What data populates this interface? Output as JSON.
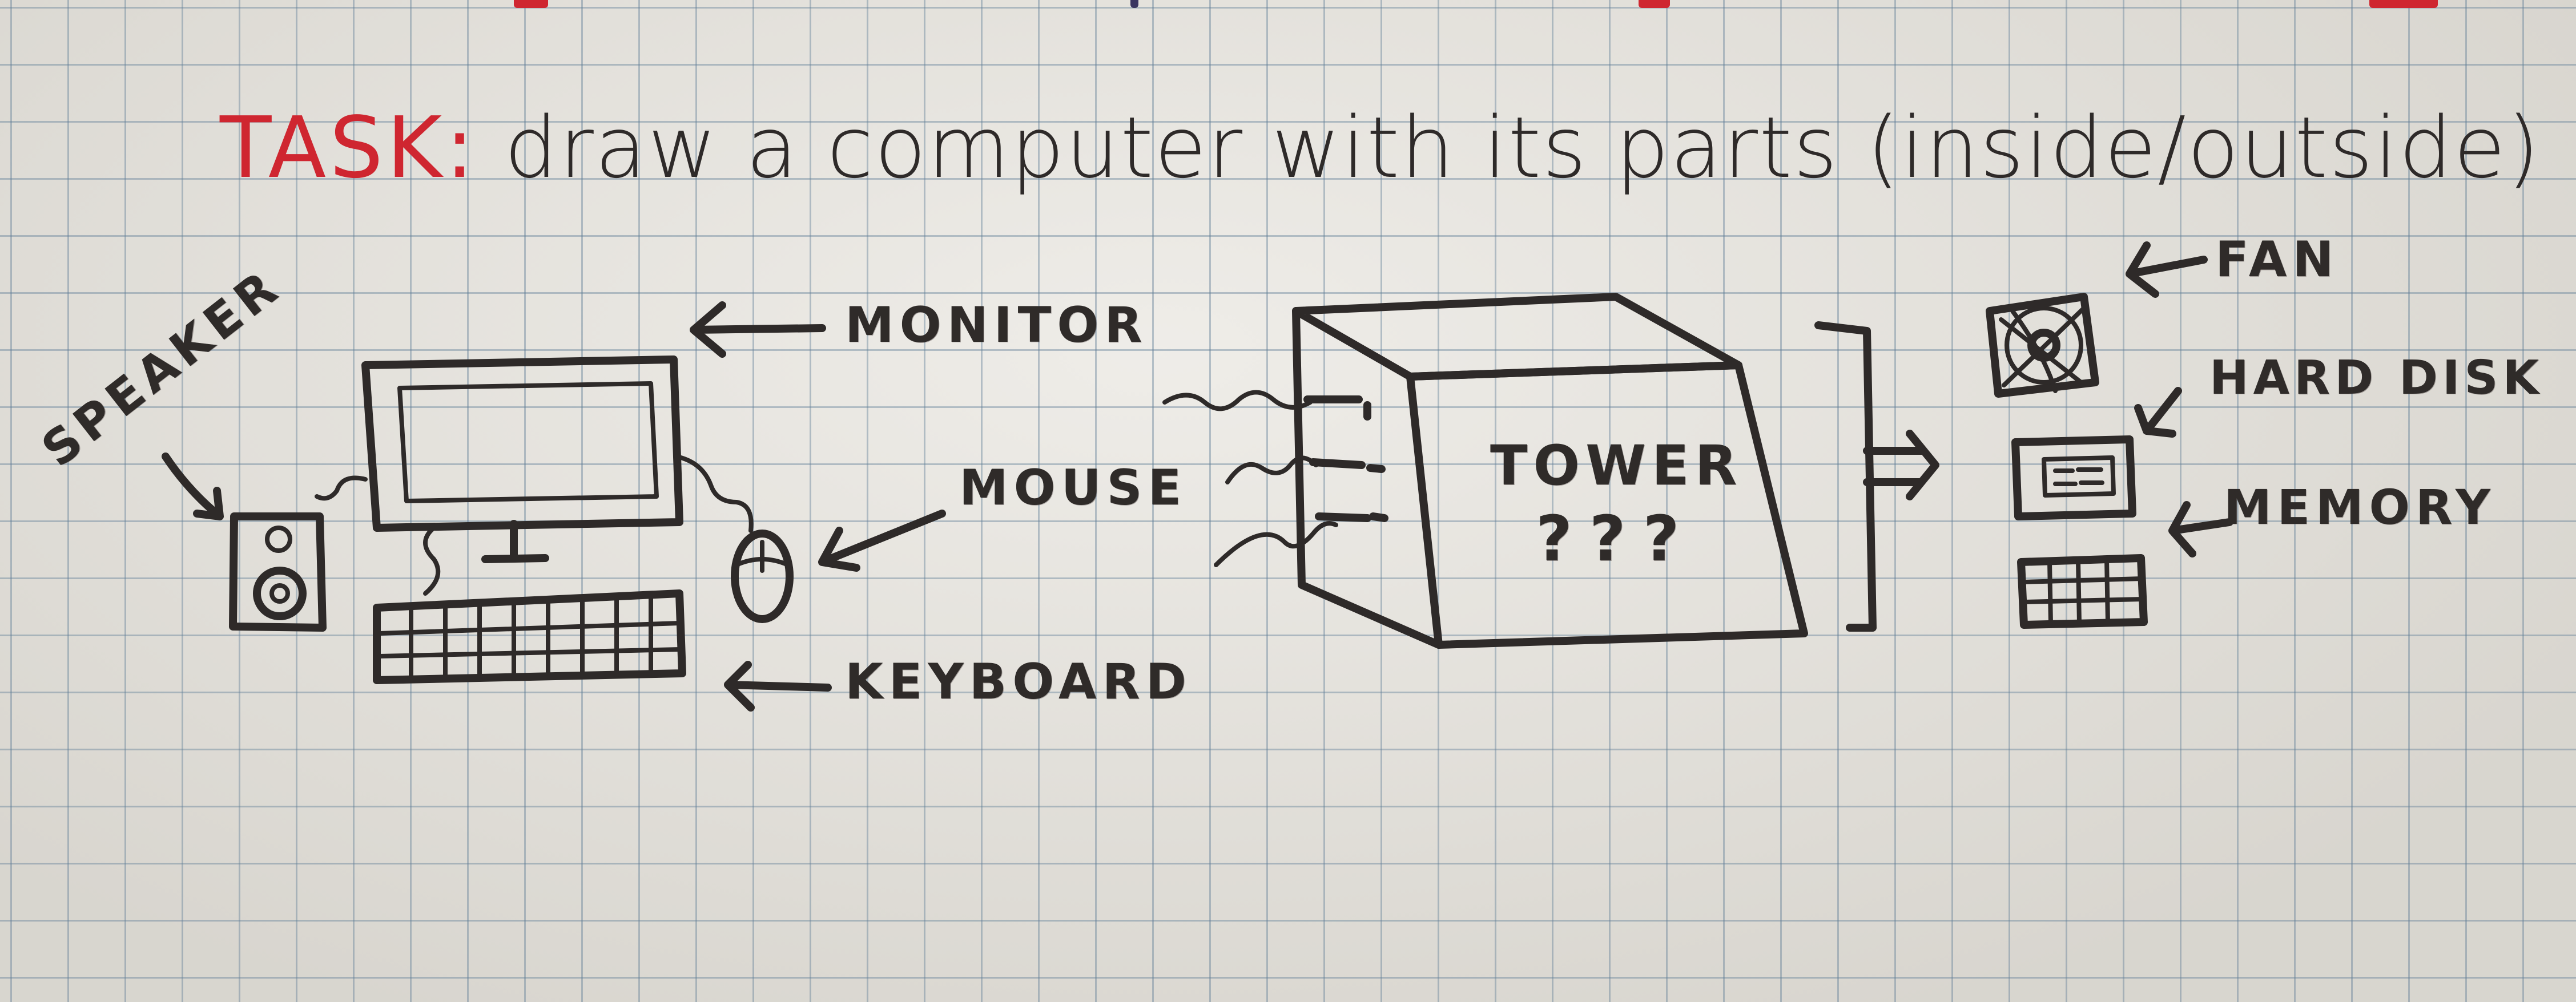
{
  "colors": {
    "paper": "#e6e3dc",
    "grid": "#5f7d96",
    "ink": "#2e2a29",
    "task_red": "#cf2630"
  },
  "task": {
    "label": "TASK:",
    "text": "draw a computer with its parts (inside/outside)"
  },
  "labels": {
    "speaker": "SPEAKER",
    "monitor": "MONITOR",
    "mouse": "MOUSE",
    "keyboard": "KEYBOARD",
    "tower": "TOWER",
    "tower_question": "???",
    "fan": "FAN",
    "hard_disk": "HARD DISK",
    "memory": "MEMORY"
  },
  "icons": [
    "arrow-icon",
    "implies-arrow-icon",
    "bracket-icon",
    "fan-icon",
    "hard-disk-icon",
    "memory-icon",
    "speaker-icon",
    "mouse-icon",
    "keyboard-icon",
    "monitor-icon",
    "tower-icon"
  ]
}
